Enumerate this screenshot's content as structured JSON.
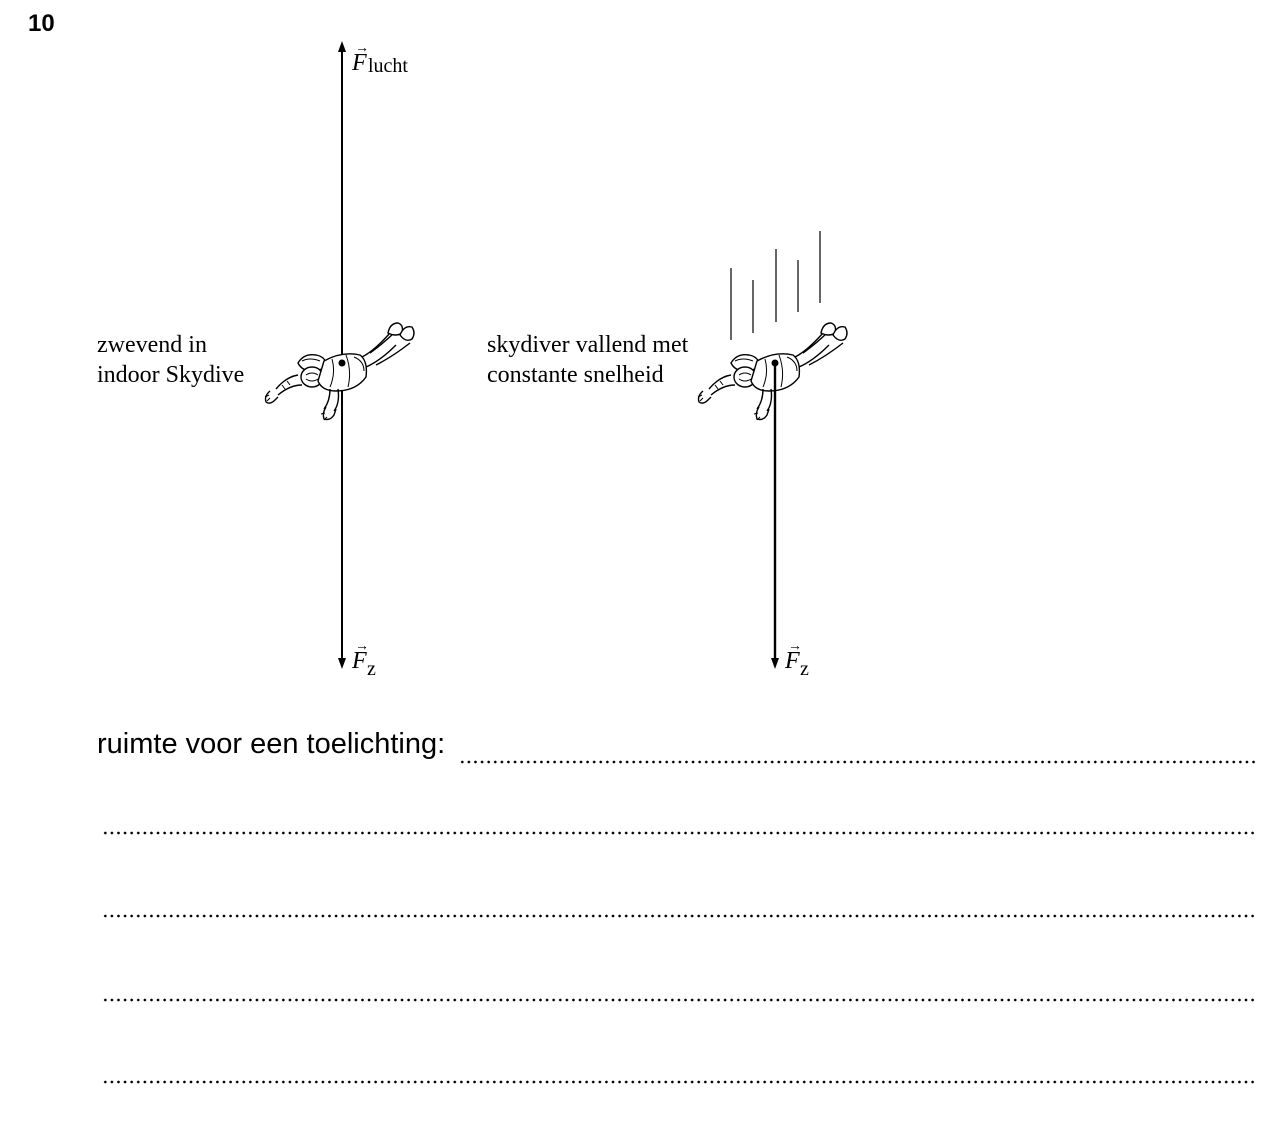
{
  "question_number": "10",
  "diagram": {
    "left_panel": {
      "label_line1": "zwevend in",
      "label_line2": "indoor Skydive",
      "force_up": {
        "symbol": "F",
        "subscript": "lucht"
      },
      "force_down": {
        "symbol": "F",
        "subscript": "z"
      }
    },
    "right_panel": {
      "label_line1": "skydiver vallend met",
      "label_line2": "constante snelheid",
      "force_down": {
        "symbol": "F",
        "subscript": "z"
      }
    }
  },
  "answer_area": {
    "prompt": "ruimte voor een toelichting:",
    "extra_lines": 4
  }
}
